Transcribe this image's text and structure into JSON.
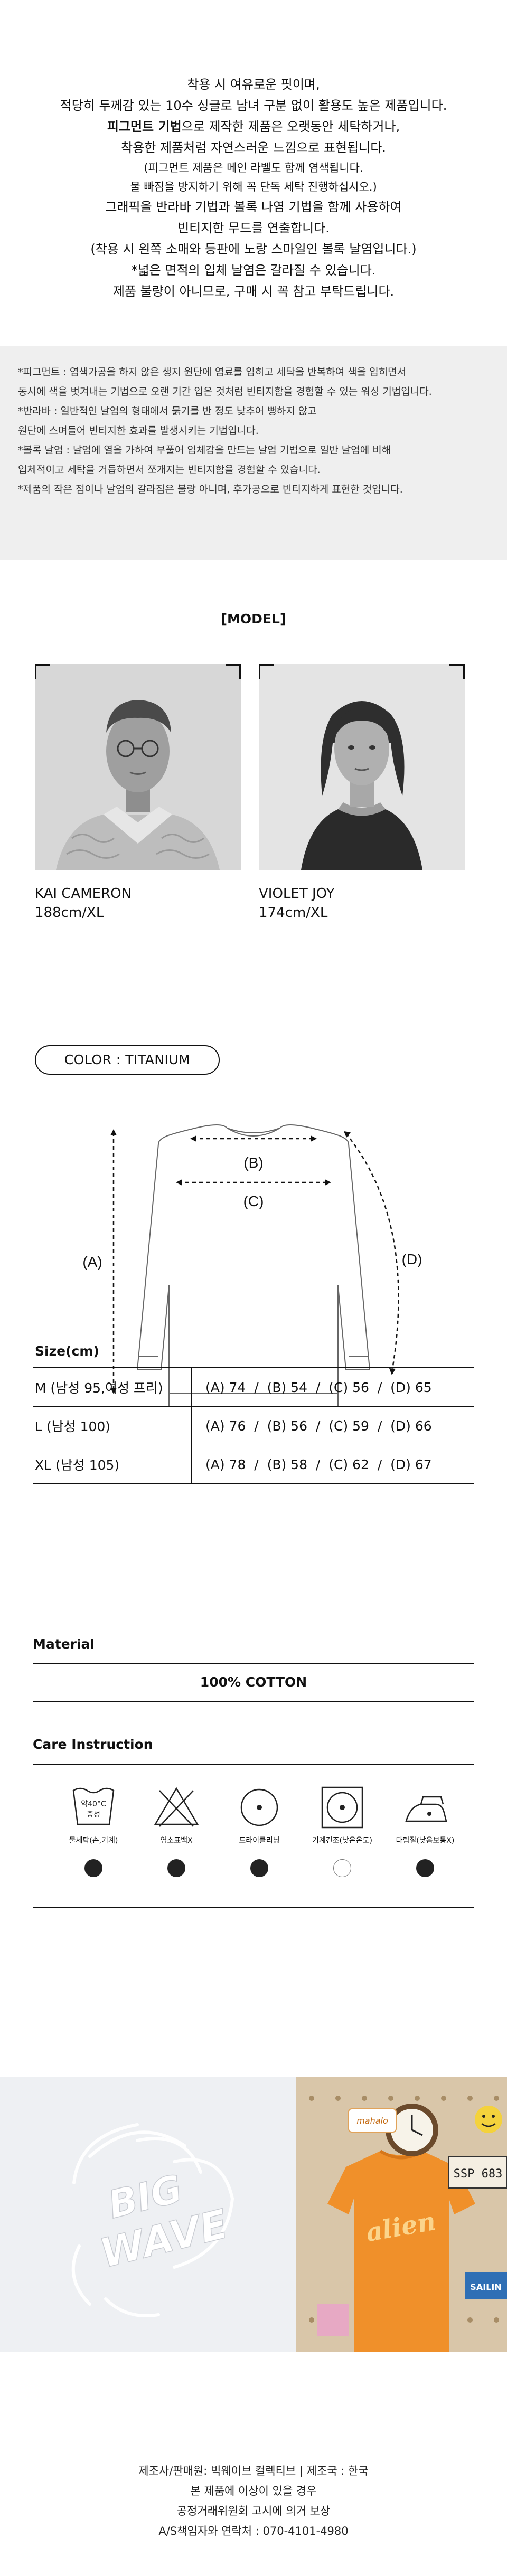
{
  "intro": {
    "lines": [
      "착용 시 여유로운 핏이며,",
      "적당히 두께감 있는 10수 싱글로 남녀 구분 없이 활용도 높은 제품입니다."
    ],
    "pigment_bold": "피그먼트 기법",
    "pigment_rest": "으로 제작한 제품은 오랫동안 세탁하거나,",
    "worn_line": "착용한 제품처럼 자연스러운 느낌으로 표현됩니다.",
    "small_lines": [
      "(피그먼트 제품은 메인 라벨도 함께 염색됩니다.",
      "물 빠짐을 방지하기 위해 꼭 단독 세탁 진행하십시오.)"
    ],
    "tail_lines": [
      "그래픽을 반라바 기법과 볼록 나염 기법을 함께 사용하여",
      "빈티지한 무드를 연출합니다.",
      "(착용 시 왼쪽 소매와 등판에 노랑 스마일인 볼록 날염입니다.)",
      "*넓은 면적의 입체 날염은 갈라질 수 있습니다.",
      "제품 불량이 아니므로, 구매 시 꼭 참고 부탁드립니다."
    ]
  },
  "notes": [
    "*피그먼트 : 염색가공을 하지 않은 생지 원단에 염료를 입히고 세탁을 반복하여 색을 입히면서",
    "동시에 색을 벗겨내는 기법으로 오랜 기간 입은 것처럼 빈티지함을 경험할 수 있는 워싱 기법입니다.",
    "*반라바 : 일반적인 날염의 형태에서 묽기를 반 정도 낮추어 뻥하지 않고",
    "원단에 스며들어 빈티지한 효과를 발생시키는 기법입니다.",
    "*볼록 날염 : 날염에 열을 가하여 부풀어 입체감을 만드는 날염 기법으로 일반 날염에 비해",
    "입체적이고 세탁을 거듭하면서 쪼개지는 빈티지함을 경험할 수 있습니다.",
    "*제품의 작은 점이나 날염의 갈라짐은 불량 아니며, 후가공으로 빈티지하게 표현한 것입니다."
  ],
  "model": {
    "title": "[MODEL]",
    "people": [
      {
        "name": "KAI CAMERON",
        "size": "188cm/XL"
      },
      {
        "name": "VIOLET JOY",
        "size": "174cm/XL"
      }
    ]
  },
  "color": {
    "label": "COLOR : TITANIUM"
  },
  "diagram": {
    "a": "(A)",
    "b": "(B)",
    "c": "(C)",
    "d": "(D)"
  },
  "size": {
    "title": "Size(cm)",
    "rows": [
      {
        "label": "M (남성 95,여성 프리)",
        "values": "(A) 74  /  (B) 54  /  (C) 56  /  (D) 65"
      },
      {
        "label": "L (남성 100)",
        "values": "(A) 76  /  (B) 56  /  (C) 59  /  (D) 66"
      },
      {
        "label": "XL (남성 105)",
        "values": "(A) 78  /  (B) 58  /  (C) 62  /  (D) 67"
      }
    ]
  },
  "material": {
    "title": "Material",
    "value": "100% COTTON"
  },
  "care": {
    "title": "Care Instruction",
    "items": [
      {
        "icon": "wash-40-icon",
        "label": "물세탁(손,기계)",
        "tub_text_1": "약40°C",
        "tub_text_2": "중성",
        "checked": true
      },
      {
        "icon": "no-bleach-icon",
        "label": "염소표백X",
        "checked": true
      },
      {
        "icon": "dry-clean-icon",
        "label": "드라이클리닝",
        "checked": true
      },
      {
        "icon": "tumble-dry-icon",
        "label": "기계건조(낮은온도)",
        "checked": false
      },
      {
        "icon": "iron-icon",
        "label": "다림질(낮음보통X)",
        "checked": true
      }
    ]
  },
  "banner": {
    "logo_line_1": "BIG",
    "logo_line_2": "WAVE",
    "sign_text": "SSP 683",
    "sticker_text": "mahalo",
    "shirt_text": "alien",
    "plate_text": "SAILIN"
  },
  "footer": [
    "제조사/판매원: 빅웨이브 컬렉티브 | 제조국 : 한국",
    "본 제품에 이상이 있을 경우",
    "공정거래위원회 고시에 의거 보상",
    "A/S책임자와 연락처 : 070-4101-4980"
  ]
}
